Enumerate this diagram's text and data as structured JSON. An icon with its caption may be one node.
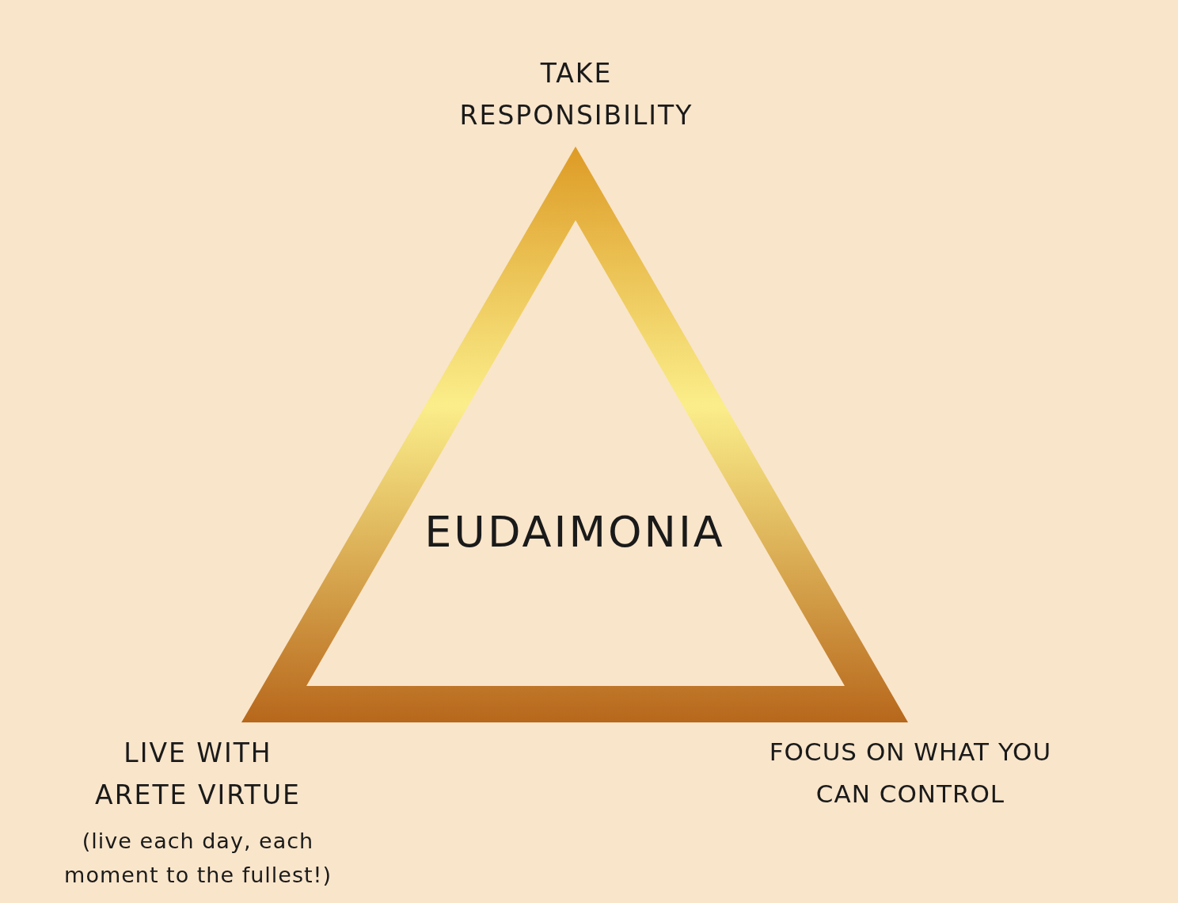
{
  "diagram": {
    "nodes": [
      {
        "text": [
          "EUDAIMONIA"
        ]
      }
    ],
    "edges": [],
    "labels": [
      "TAKE RESPONSIBILITY",
      "LIVE WITH ARETE VIRTUE",
      "(live each day, each moment to the fullest!)",
      "FOCUS ON WHAT YOU CAN CONTROL"
    ]
  }
}
